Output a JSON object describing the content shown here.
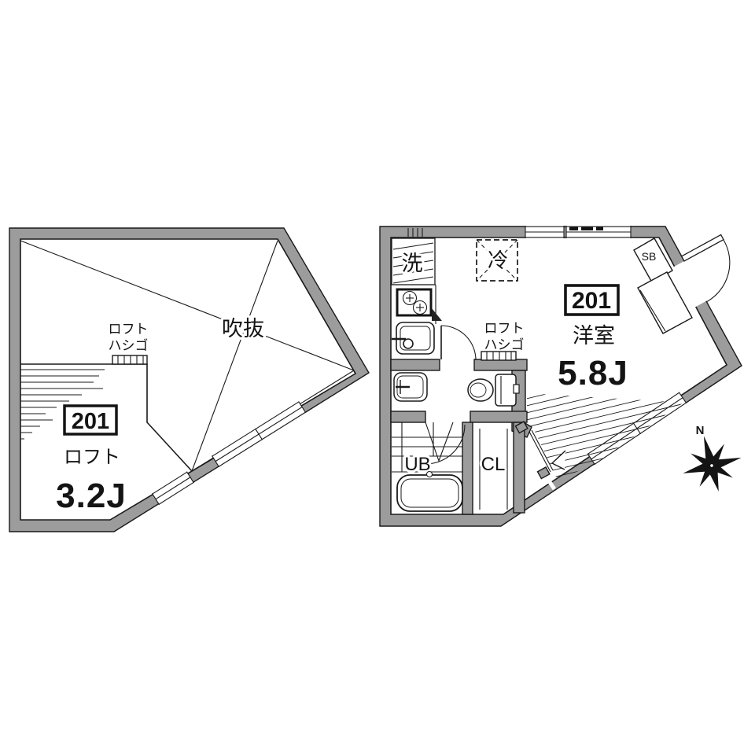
{
  "colors": {
    "wall_fill": "#9c9c9c",
    "line": "#1a1a1a",
    "background": "#ffffff"
  },
  "left_plan": {
    "unit_number": "201",
    "room_label": "ロフト",
    "area_label": "3.2J",
    "void_label": "吹抜",
    "ladder_label_line1": "ロフト",
    "ladder_label_line2": "ハシゴ"
  },
  "right_plan": {
    "unit_number": "201",
    "room_label": "洋室",
    "area_label": "5.8J",
    "washer_label": "洗",
    "fridge_label": "冷",
    "shoe_box_label": "SB",
    "unit_bath_label": "UB",
    "closet_label": "CL",
    "ladder_label_line1": "ロフト",
    "ladder_label_line2": "ハシゴ",
    "compass_north_label": "N"
  }
}
